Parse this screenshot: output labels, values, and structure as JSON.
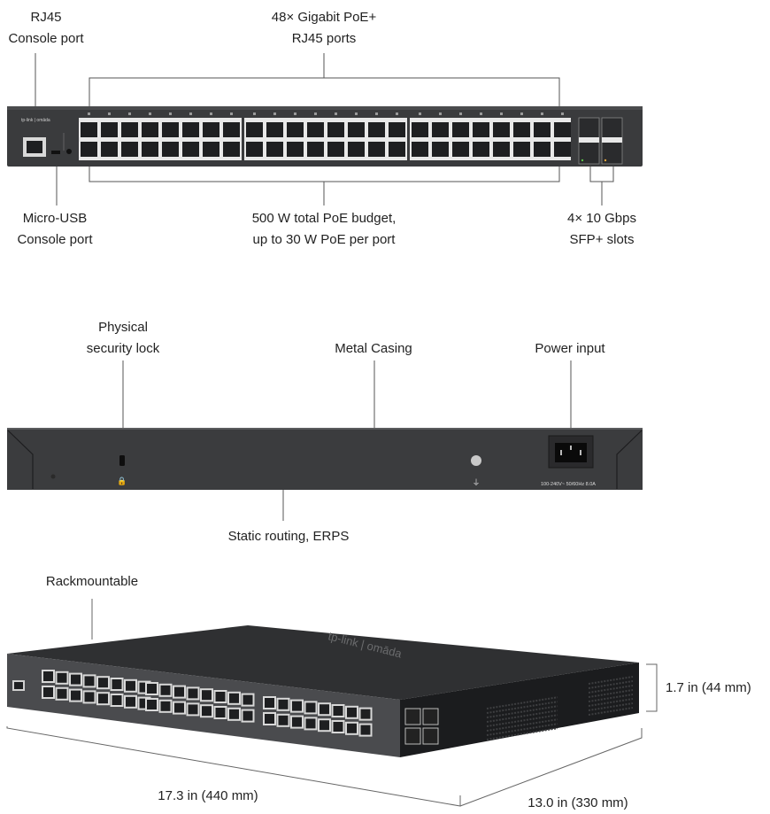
{
  "front_view": {
    "labels": {
      "rj45_console": [
        "RJ45",
        "Console port"
      ],
      "gigabit_ports": [
        "48× Gigabit PoE+",
        "RJ45 ports"
      ],
      "micro_usb": [
        "Micro-USB",
        "Console port"
      ],
      "poe_budget": [
        "500 W total PoE budget,",
        "up to 30 W PoE per port"
      ],
      "sfp_slots": [
        "4× 10 Gbps",
        "SFP+ slots"
      ]
    },
    "brand_text": "tp-link | omāda",
    "port_count": 48,
    "sfp_count": 4
  },
  "rear_view": {
    "labels": {
      "security_lock": [
        "Physical",
        "security lock"
      ],
      "metal_casing": "Metal Casing",
      "power_input": "Power input",
      "static_routing": "Static routing, ERPS"
    },
    "power_rating": "100-240V~ 50/60Hz 8.0A"
  },
  "perspective_view": {
    "labels": {
      "rackmountable": "Rackmountable",
      "height": "1.7 in (44 mm)",
      "width": "17.3 in (440 mm)",
      "depth": "13.0 in (330 mm)"
    },
    "top_logo": "tp-link | omāda"
  },
  "colors": {
    "chassis": "#3a3b3d",
    "port_panel": "#e8e8e8",
    "port_hole": "#1e1f21",
    "line": "#555555",
    "led_green": "#5cc24a",
    "led_amber": "#e5a53a"
  }
}
